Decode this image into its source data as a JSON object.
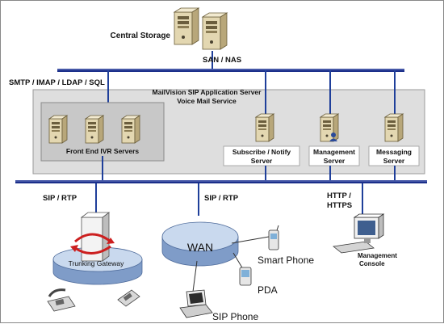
{
  "central_storage": {
    "label": "Central Storage"
  },
  "bus_labels": {
    "san_nas": "SAN / NAS",
    "smtp_imap": "SMTP / IMAP / LDAP / SQL"
  },
  "app_server": {
    "title": "MailVision SIP Application Server",
    "subtitle": "Voice Mail Service"
  },
  "front_end": {
    "label": "Front End IVR Servers"
  },
  "servers": {
    "subscribe_line1": "Subscribe / Notify",
    "subscribe_line2": "Server",
    "management_line1": "Management",
    "management_line2": "Server",
    "messaging_line1": "Messaging",
    "messaging_line2": "Server"
  },
  "protocols": {
    "sip_rtp_left": "SIP / RTP",
    "sip_rtp_mid": "SIP / RTP",
    "http_line1": "HTTP /",
    "http_line2": "HTTPS"
  },
  "network": {
    "trunking_gateway": "Trunking Gateway",
    "wan": "WAN"
  },
  "devices": {
    "smart_phone": "Smart Phone",
    "pda": "PDA",
    "sip_phone": "SIP Phone",
    "management_console_line1": "Management",
    "management_console_line2": "Console"
  },
  "colors": {
    "bus_line": "#1b2f8a",
    "connector": "#1f3f9a",
    "panel": "#dedede",
    "inner_panel": "#c8c8c8",
    "disc": "#c9d9ee",
    "server_beige": "#e3d7b1",
    "gateway_arrow": "#cc1f1f"
  }
}
